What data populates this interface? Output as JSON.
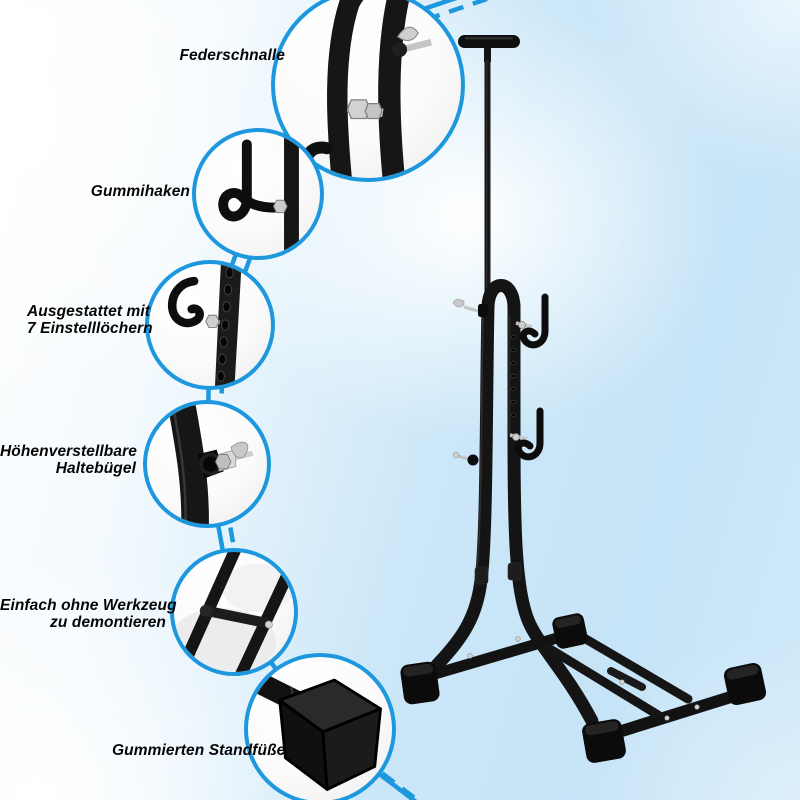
{
  "colors": {
    "accent_blue": "#1d97dd",
    "label_text": "#050505",
    "tube_black": "#141414",
    "chrome_silver": "#cccccc",
    "background_blue": "#c9e6f8"
  },
  "callouts": [
    {
      "id": "federschnalle",
      "lines": [
        "Federschnalle"
      ]
    },
    {
      "id": "gummihaken",
      "lines": [
        "Gummihaken"
      ]
    },
    {
      "id": "einstellloecher",
      "lines": [
        "Ausgestattet mit",
        "7 Einstelllöchern"
      ]
    },
    {
      "id": "haltebuegel",
      "lines": [
        "Höhenverstellbare",
        "Haltebügel"
      ]
    },
    {
      "id": "demontage",
      "lines": [
        "Einfach ohne Werkzeug",
        "zu demontieren"
      ]
    },
    {
      "id": "standfuesse",
      "lines": [
        "Gummierten Standfüße"
      ]
    }
  ]
}
